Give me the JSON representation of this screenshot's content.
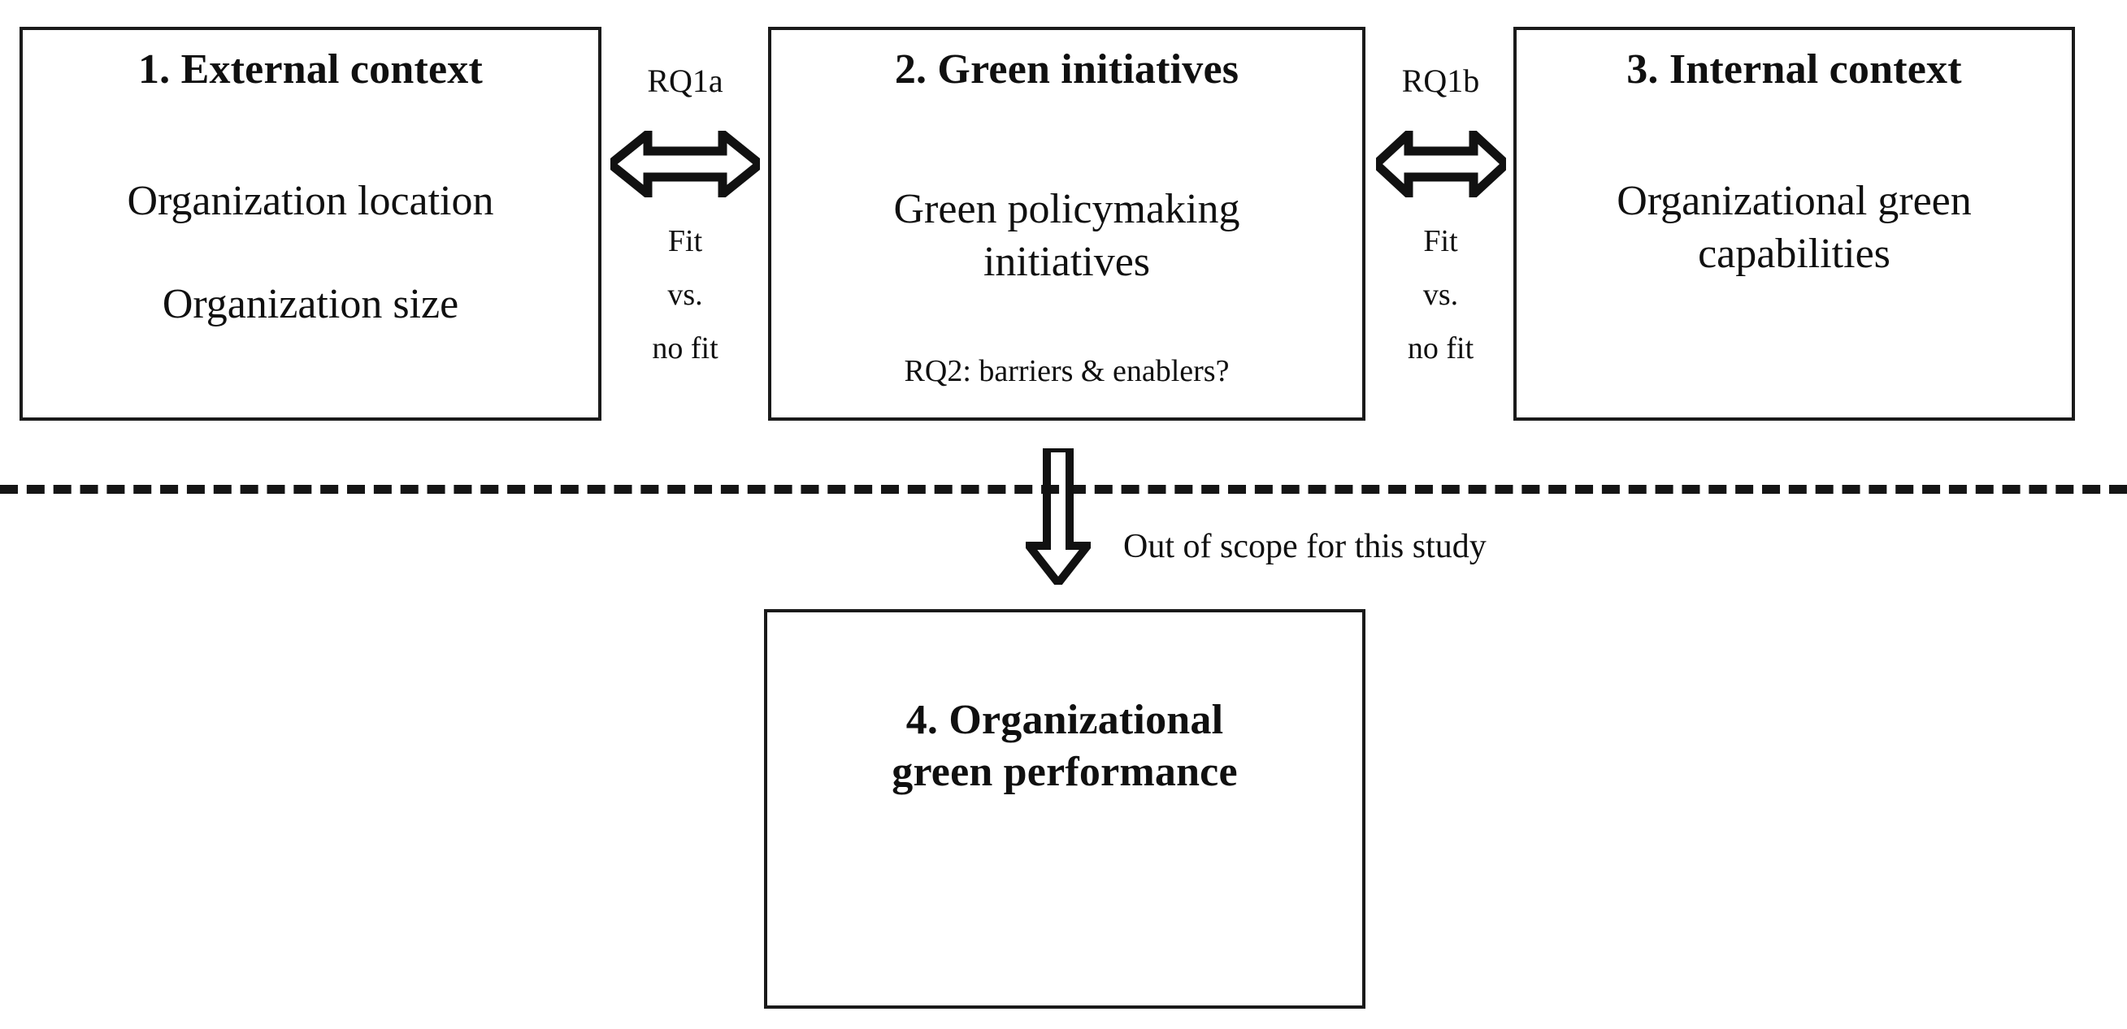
{
  "diagram": {
    "boxes": [
      {
        "id": "external-context",
        "title": "1.    External context",
        "lines": [
          "Organization location",
          "Organization size"
        ],
        "footnote": ""
      },
      {
        "id": "green-initiatives",
        "title": "2. Green initiatives",
        "lines": [
          "Green policymaking",
          "initiatives"
        ],
        "footnote": "RQ2: barriers & enablers?"
      },
      {
        "id": "internal-context",
        "title": "3. Internal context",
        "lines": [
          "Organizational green",
          "capabilities"
        ],
        "footnote": ""
      },
      {
        "id": "organizational-green-performance",
        "title_line1": "4. Organizational",
        "title_line2": "green performance"
      }
    ],
    "connectors": [
      {
        "id": "rq1a",
        "label": "RQ1a",
        "icon": "double-headed-horizontal-arrow",
        "caption": [
          "Fit",
          "vs.",
          "no fit"
        ]
      },
      {
        "id": "rq1b",
        "label": "RQ1b",
        "icon": "double-headed-horizontal-arrow",
        "caption": [
          "Fit",
          "vs.",
          "no fit"
        ]
      },
      {
        "id": "scope-divider",
        "icon": "down-arrow",
        "note": "Out of scope for this study"
      }
    ],
    "colors": {
      "ink": "#1a1a1a",
      "background": "#ffffff"
    }
  }
}
